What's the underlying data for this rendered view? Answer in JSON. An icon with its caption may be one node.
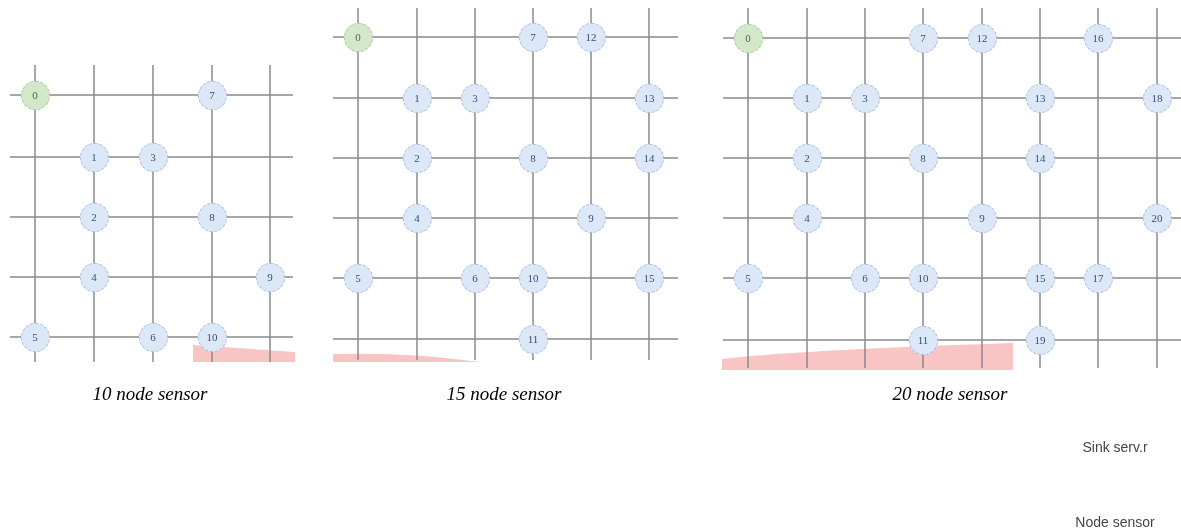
{
  "diagram": {
    "nodes": [
      {
        "text": [
          "0"
        ]
      },
      {
        "text": [
          "1"
        ]
      },
      {
        "text": [
          "2"
        ]
      },
      {
        "text": [
          "3"
        ]
      },
      {
        "text": [
          "4"
        ]
      },
      {
        "text": [
          "5"
        ]
      },
      {
        "text": [
          "6"
        ]
      },
      {
        "text": [
          "7"
        ]
      },
      {
        "text": [
          "8"
        ]
      },
      {
        "text": [
          "9"
        ]
      },
      {
        "text": [
          "10"
        ]
      },
      {
        "text": [
          "0"
        ]
      },
      {
        "text": [
          "1"
        ]
      },
      {
        "text": [
          "2"
        ]
      },
      {
        "text": [
          "3"
        ]
      },
      {
        "text": [
          "4"
        ]
      },
      {
        "text": [
          "5"
        ]
      },
      {
        "text": [
          "6"
        ]
      },
      {
        "text": [
          "7"
        ]
      },
      {
        "text": [
          "8"
        ]
      },
      {
        "text": [
          "9"
        ]
      },
      {
        "text": [
          "10"
        ]
      },
      {
        "text": [
          "11"
        ]
      },
      {
        "text": [
          "12"
        ]
      },
      {
        "text": [
          "13"
        ]
      },
      {
        "text": [
          "14"
        ]
      },
      {
        "text": [
          "15"
        ]
      },
      {
        "text": [
          "0"
        ]
      },
      {
        "text": [
          "1"
        ]
      },
      {
        "text": [
          "2"
        ]
      },
      {
        "text": [
          "3"
        ]
      },
      {
        "text": [
          "4"
        ]
      },
      {
        "text": [
          "5"
        ]
      },
      {
        "text": [
          "6"
        ]
      },
      {
        "text": [
          "7"
        ]
      },
      {
        "text": [
          "8"
        ]
      },
      {
        "text": [
          "9"
        ]
      },
      {
        "text": [
          "10"
        ]
      },
      {
        "text": [
          "11"
        ]
      },
      {
        "text": [
          "12"
        ]
      },
      {
        "text": [
          "13"
        ]
      },
      {
        "text": [
          "14"
        ]
      },
      {
        "text": [
          "15"
        ]
      },
      {
        "text": [
          "16"
        ]
      },
      {
        "text": [
          "17"
        ]
      },
      {
        "text": [
          "18"
        ]
      },
      {
        "text": [
          "19"
        ]
      },
      {
        "text": [
          "20"
        ]
      }
    ],
    "labels": [
      "10 node sensor",
      "15 node sensor",
      "20 node sensor",
      "Sink serv.r",
      "Node sensor"
    ]
  }
}
